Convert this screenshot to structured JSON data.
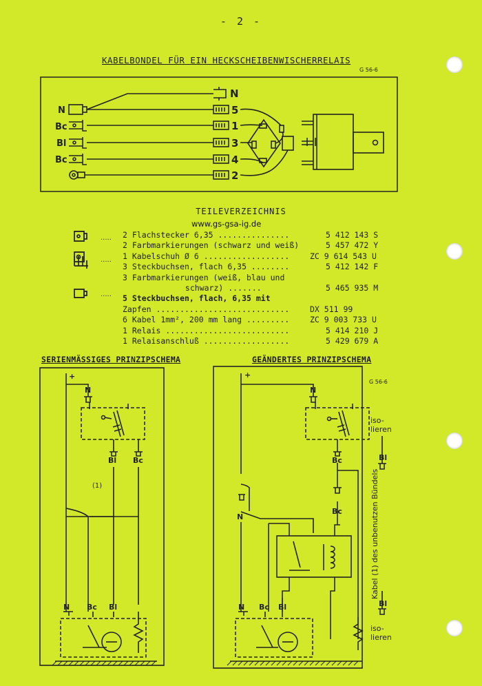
{
  "page_number": "- 2 -",
  "title": "KABELBONDEL FÜR EIN HECKSCHEIBENWISCHERRELAIS",
  "ref_code": "G 56-6",
  "harness": {
    "left_labels": [
      "N",
      "Bc",
      "Bl",
      "Bc"
    ],
    "terminal_labels": [
      "N",
      "5",
      "1",
      "3",
      "4",
      "2"
    ]
  },
  "parts_list": {
    "title": "TEILEVERZEICHNIS",
    "watermark": "www.gs-gsa-ig.de",
    "rows": [
      {
        "desc": "2 Flachstecker 6,35 ...............",
        "number": "5 412 143 S"
      },
      {
        "desc": "2 Farbmarkierungen (schwarz und weiß)",
        "number": "5 457 472 Y"
      },
      {
        "desc": "1 Kabelschuh Ø 6 ..................",
        "number": "ZC 9 614 543 U"
      },
      {
        "desc": "3 Steckbuchsen, flach 6,35 ........",
        "number": "5 412 142 F"
      },
      {
        "desc": "3 Farbmarkierungen (weiß, blau und",
        "number": ""
      },
      {
        "desc": "                           schwarz) .......",
        "number": "5 465 935 M"
      },
      {
        "desc": "5 Steckbuchsen, flach, 6,35 mit",
        "number": ""
      },
      {
        "desc": "Zapfen ............................",
        "number": "DX 511 99"
      },
      {
        "desc": "6 Kabel 1mm², 200 mm lang .........",
        "number": "ZC 9 003 733 U"
      },
      {
        "desc": "1 Relais ..........................",
        "number": "5 414 210 J"
      },
      {
        "desc": "1 Relaisanschluß ..................",
        "number": "5 429 679 A"
      }
    ]
  },
  "schema_left": {
    "title": "SERIENMÄSSIGES PRINZIPSCHEMA",
    "plus": "+",
    "labels": {
      "n": "N",
      "bl": "Bl",
      "bc": "Bc",
      "cable": "(1)"
    }
  },
  "schema_right": {
    "title": "GEÄNDERTES PRINZIPSCHEMA",
    "plus": "+",
    "ref_code": "G 56-6",
    "isolate_top_1": "iso-",
    "isolate_top_2": "lieren",
    "isolate_bottom_1": "iso-",
    "isolate_bottom_2": "lieren",
    "vertical_note": "Kabel (1) des unbenutzen Bündels",
    "labels": {
      "n": "N",
      "bl": "Bl",
      "bc": "Bc"
    }
  }
}
